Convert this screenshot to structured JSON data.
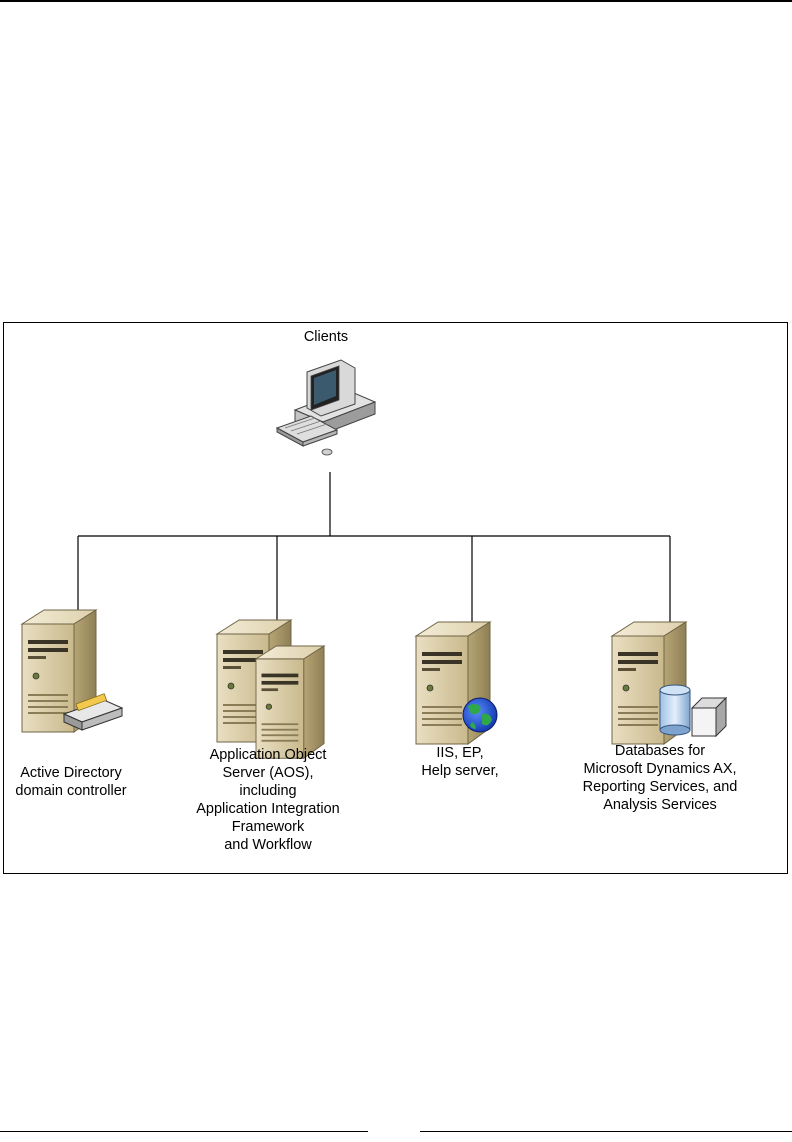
{
  "diagram": {
    "clients_label": "Clients",
    "nodes": [
      {
        "label": "Active Directory\ndomain controller",
        "icon": "server-with-key-icon"
      },
      {
        "label": "Application Object\nServer (AOS),\nincluding\nApplication Integration\nFramework\nand Workflow",
        "icon": "dual-server-icon"
      },
      {
        "label": "IIS, EP,\nHelp server,",
        "icon": "server-with-globe-icon"
      },
      {
        "label": "Databases for\nMicrosoft Dynamics AX,\nReporting Services, and\nAnalysis Services",
        "icon": "server-with-database-icon"
      }
    ]
  }
}
